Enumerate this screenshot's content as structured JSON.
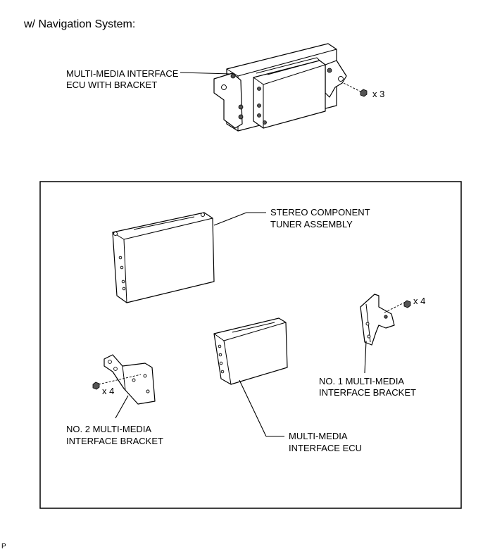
{
  "header": {
    "title": "w/ Navigation System:"
  },
  "top_part": {
    "label_line1": "MULTI-MEDIA INTERFACE",
    "label_line2": "ECU WITH BRACKET",
    "fastener_count": "x 3"
  },
  "parts": {
    "tuner": {
      "label_line1": "STEREO COMPONENT",
      "label_line2": "TUNER ASSEMBLY"
    },
    "bracket1": {
      "label_line1": "NO. 1 MULTI-MEDIA",
      "label_line2": "INTERFACE BRACKET",
      "fastener_count": "x 4"
    },
    "bracket2": {
      "label_line1": "NO. 2 MULTI-MEDIA",
      "label_line2": "INTERFACE BRACKET",
      "fastener_count": "x 4"
    },
    "ecu": {
      "label_line1": "MULTI-MEDIA",
      "label_line2": "INTERFACE ECU"
    }
  },
  "footer": {
    "code": "P"
  }
}
